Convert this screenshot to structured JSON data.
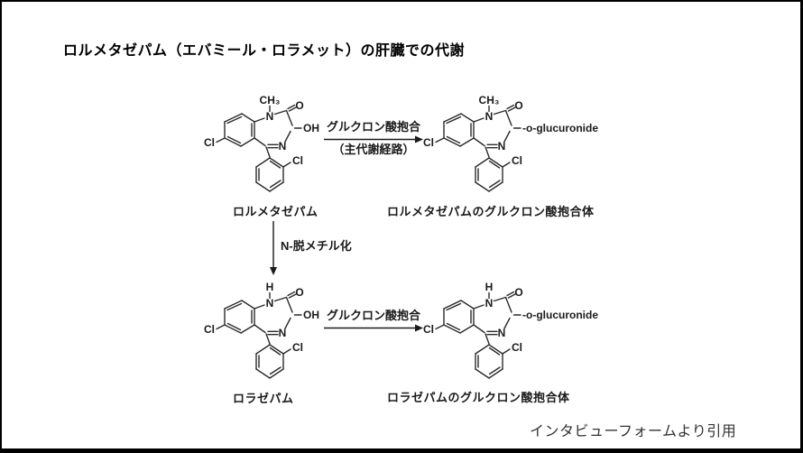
{
  "title": "ロルメタゼパム（エバミール・ロラメット）の肝臓での代謝",
  "diagram": {
    "atom_labels": {
      "nitrogen": "N",
      "oxygen": "O",
      "chlorine": "Cl"
    },
    "compounds": [
      {
        "name": "ロルメタゼパム",
        "n_substituent": "CH₃",
        "c3_substituent": "OH"
      },
      {
        "name": "ロルメタゼパムのグルクロン酸抱合体",
        "n_substituent": "CH₃",
        "c3_substituent": "-o-glucuronide"
      },
      {
        "name": "ロラゼパム",
        "n_substituent": "H",
        "c3_substituent": "OH"
      },
      {
        "name": "ロラゼパムのグルクロン酸抱合体",
        "n_substituent": "H",
        "c3_substituent": "-o-glucuronide"
      }
    ],
    "reactions": {
      "glucuronidation_top": {
        "label": "グルクロン酸抱合",
        "sublabel": "（主代謝経路）"
      },
      "demethylation": {
        "label": "N-脱メチル化"
      },
      "glucuronidation_bottom": {
        "label": "グルクロン酸抱合"
      }
    }
  },
  "footer": {
    "citation": "インタビューフォームより引用"
  }
}
